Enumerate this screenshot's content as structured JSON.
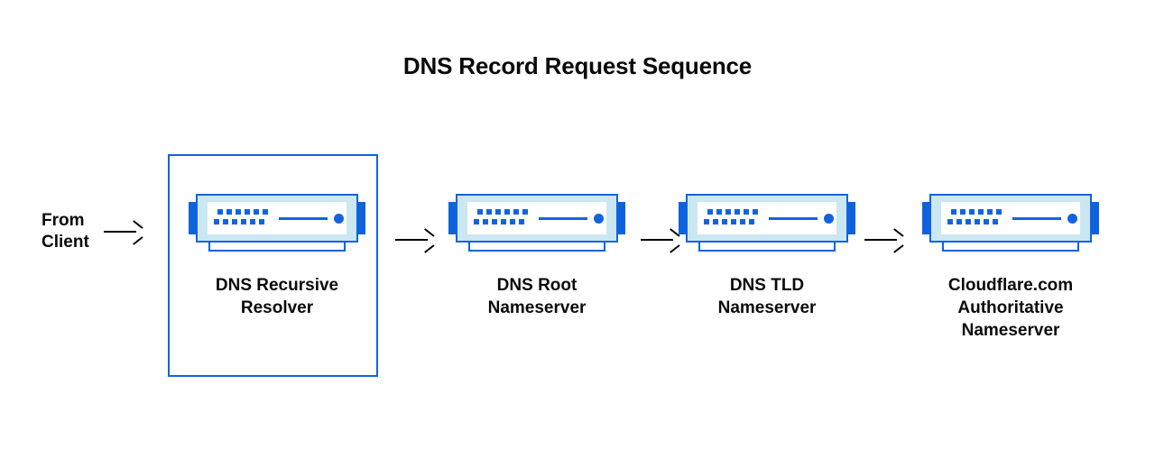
{
  "title": "DNS Record Request Sequence",
  "source": {
    "label": "From\nClient",
    "arrow_icon": "arrow-right-icon"
  },
  "colors": {
    "accent_blue": "#1263e0",
    "tab_blue": "#0f62dd",
    "chassis_blue": "#cbe7f2",
    "arrow_black": "#000000",
    "background": "#ffffff",
    "text": "#0a0a0a"
  },
  "highlight": {
    "target": "dns-recursive-resolver",
    "border_color": "#1263e0"
  },
  "nodes": [
    {
      "id": "dns-recursive-resolver",
      "label": "DNS Recursive\nResolver",
      "icon": "server-icon",
      "highlighted": true
    },
    {
      "id": "dns-root-nameserver",
      "label": "DNS Root\nNameserver",
      "icon": "server-icon",
      "highlighted": false
    },
    {
      "id": "dns-tld-nameserver",
      "label": "DNS TLD\nNameserver",
      "icon": "server-icon",
      "highlighted": false
    },
    {
      "id": "cloudflare-authoritative-nameserver",
      "label": "Cloudflare.com\nAuthoritative\nNameserver",
      "icon": "server-icon",
      "highlighted": false
    }
  ],
  "connectors": [
    {
      "id": "arrow-client-to-resolver",
      "icon": "arrow-right-icon"
    },
    {
      "id": "arrow-resolver-to-root",
      "icon": "arrow-right-icon"
    },
    {
      "id": "arrow-root-to-tld",
      "icon": "arrow-right-icon"
    },
    {
      "id": "arrow-tld-to-authoritative",
      "icon": "arrow-right-icon"
    }
  ]
}
